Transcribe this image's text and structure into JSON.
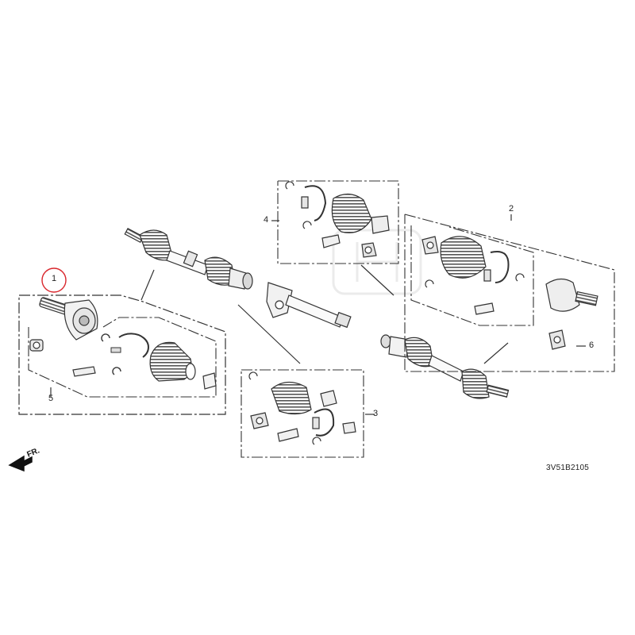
{
  "callouts": {
    "c1": "1",
    "c2": "2",
    "c3": "3",
    "c4": "4",
    "c5": "5",
    "c6": "6"
  },
  "diagram_code": "3V51B2105",
  "direction_label": "FR.",
  "watermark": "HONDA",
  "colors": {
    "line": "#333333",
    "highlight_circle": "#d9262c",
    "watermark": "#dddddd"
  }
}
